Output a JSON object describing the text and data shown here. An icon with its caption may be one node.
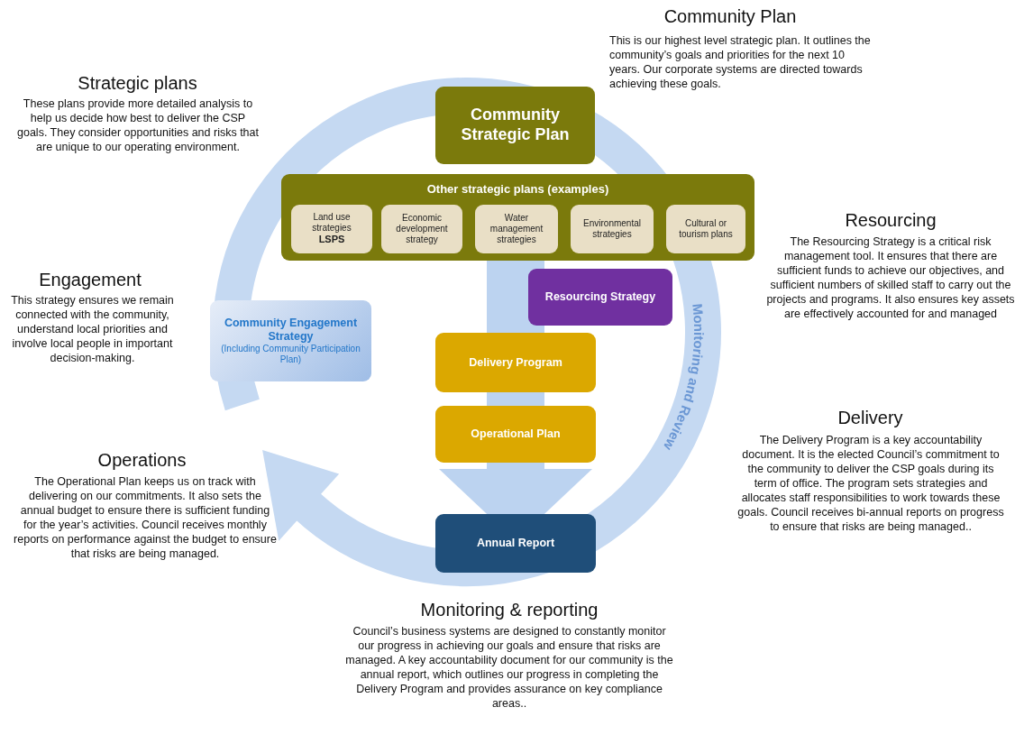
{
  "diagram": {
    "nodes": [
      {
        "text": [
          "Community Strategic Plan"
        ]
      },
      {
        "text": [
          "Other strategic plans (examples)"
        ]
      },
      {
        "text": [
          "Land use strategies",
          "LSPS"
        ],
        "in": 1
      },
      {
        "text": [
          "Economic development strategy"
        ],
        "in": 1
      },
      {
        "text": [
          "Water management strategies"
        ],
        "in": 1
      },
      {
        "text": [
          "Environmental strategies"
        ],
        "in": 1
      },
      {
        "text": [
          "Cultural or tourism plans"
        ],
        "in": 1
      },
      {
        "text": [
          "Resourcing Strategy"
        ]
      },
      {
        "text": [
          "Community Engagement Strategy",
          "(Including Community Participation Plan)"
        ]
      },
      {
        "text": [
          "Delivery Program"
        ]
      },
      {
        "text": [
          "Operational Plan"
        ]
      },
      {
        "text": [
          "Annual Report"
        ]
      }
    ],
    "edges": [
      {
        "from": 1,
        "to": 9,
        "arrow": "none"
      },
      {
        "from": 9,
        "to": 10,
        "arrow": "none"
      },
      {
        "from": 10,
        "to": 11,
        "arrow": "to"
      }
    ],
    "labels": [
      "Community Plan",
      "This is our highest level strategic plan. It outlines the community’s goals and priorities for the next 10 years. Our corporate systems are directed towards achieving these goals.",
      "Strategic plans",
      "These plans provide more detailed analysis to help us decide how best to deliver the CSP goals. They consider opportunities and risks that are unique to our operating environment.",
      "Resourcing",
      "The Resourcing Strategy is a critical risk management tool. It ensures that there are sufficient funds to achieve our objectives, and sufficient numbers of skilled staff to carry out the projects and programs. It also ensures key assets are effectively accounted for and managed",
      "Engagement",
      "This strategy ensures we remain connected with the community, understand local priorities and involve local people in important decision-making.",
      "Operations",
      "The Operational Plan keeps us on track with delivering on our commitments. It also sets the annual budget to ensure there is sufficient funding for the year’s activities. Council receives monthly reports on performance against the budget to ensure that risks are being managed.",
      "Delivery",
      "The Delivery Program is a key accountability document. It is the elected Council’s commitment to the community to deliver the CSP goals during its term of office. The program sets strategies and allocates staff responsibilities to work towards these goals. Council receives bi-annual reports on progress to ensure that risks are being managed..",
      "Monitoring & reporting",
      "Council’s business systems are designed to constantly monitor our progress in achieving our goals and ensure that risks are managed. A key accountability document for our community is the annual report, which outlines our progress in completing the Delivery Program and provides assurance on key compliance areas..",
      "Monitoring and Review"
    ]
  }
}
